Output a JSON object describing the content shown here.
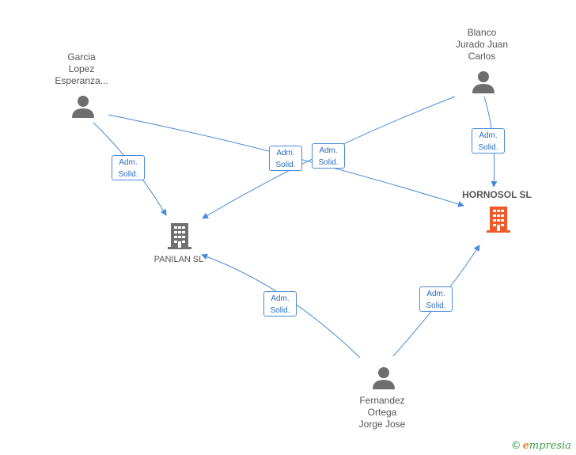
{
  "people": [
    {
      "id": "garcia",
      "lines": [
        "Garcia",
        "Lopez",
        "Esperanza..."
      ]
    },
    {
      "id": "blanco",
      "lines": [
        "Blanco",
        "Jurado Juan",
        "Carlos"
      ]
    },
    {
      "id": "fernandez",
      "lines": [
        "Fernandez",
        "Ortega",
        "Jorge Jose"
      ]
    }
  ],
  "companies": {
    "panilan": {
      "name": "PANILAN SL",
      "color": "#707070"
    },
    "hornosol": {
      "name": "HORNOSOL SL",
      "color": "#f05a2a"
    }
  },
  "relations": [
    {
      "line1": "Adm.",
      "line2": "Solid."
    },
    {
      "line1": "Adm.",
      "line2": "Solid."
    },
    {
      "line1": "Adm.",
      "line2": "Solid."
    },
    {
      "line1": "Adm.",
      "line2": "Solid."
    },
    {
      "line1": "Adm.",
      "line2": "Solid."
    },
    {
      "line1": "Adm.",
      "line2": "Solid."
    }
  ],
  "colors": {
    "edge": "#4a8ad6",
    "person": "#6e6e6e"
  },
  "footer": {
    "copyright": "©",
    "brand_initial": "e",
    "brand_rest": "mpresia"
  }
}
